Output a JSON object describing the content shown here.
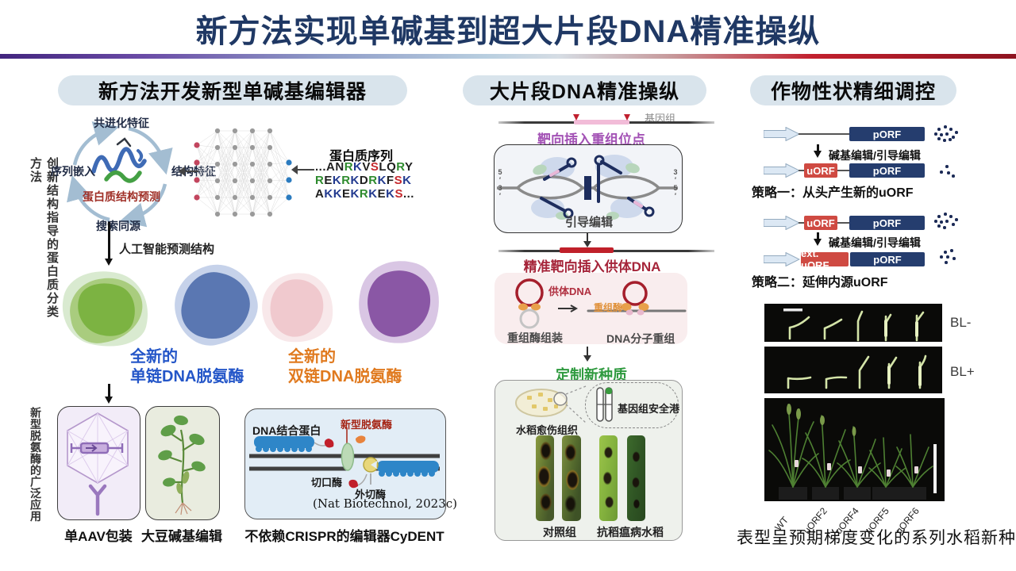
{
  "title": "新方法实现单碱基到超大片段DNA精准操纵",
  "left": {
    "header": "新方法开发新型单碱基编辑器",
    "side_label_method": "创新结构指导的蛋白质分类方法",
    "side_label_application": "新型脱氨酶的广泛应用",
    "cycle": {
      "top": "共进化特征",
      "left": "序列嵌入",
      "right": "结构特征",
      "bottom": "搜索同源",
      "center": "蛋白质结构预测"
    },
    "protein_sequence": {
      "title": "蛋白质序列",
      "lines": [
        "...ANRKVSLQRY",
        "REKRKDRKFSK",
        "AKKEKRKEKS..."
      ]
    },
    "ai_label": "人工智能预测结构",
    "ssdna": {
      "line1": "全新的",
      "line2": "单链DNA脱氨酶"
    },
    "dsdna": {
      "line1": "全新的",
      "line2": "双链DNA脱氨酶"
    },
    "aav_caption": "单AAV包装",
    "soybean_caption": "大豆碱基编辑",
    "cydent_caption": "不依赖CRISPR的编辑器CyDENT",
    "cydent": {
      "dna_binding_protein": "DNA结合蛋白",
      "novel_deaminase": "新型脱氨酶",
      "nickase": "切口酶",
      "exonuclease": "外切酶",
      "citation": "(Nat Biotechnol, 2023c)"
    }
  },
  "middle": {
    "header": "大片段DNA精准操纵",
    "genome_label": "基因组",
    "step1_label": "靶向插入重组位点",
    "prime_editing_label": "引导编辑",
    "left_end": "5′3′",
    "right_end": "3′5′",
    "step2_label": "精准靶向插入供体DNA",
    "donor_dna": "供体DNA",
    "recombinase": "重组酶",
    "recombinase_assembly": "重组酶组装",
    "dna_recombination": "DNA分子重组",
    "step3_label": "定制新种质",
    "rice_callus": "水稻愈伤组织",
    "genomic_safe_harbor": "基因组安全港",
    "control_group": "对照组",
    "blast_resistant": "抗稻瘟病水稻"
  },
  "right": {
    "header": "作物性状精细调控",
    "edit_label": "碱基编辑/引导编辑",
    "porf_label": "pORF",
    "uorf_label": "uORF",
    "ext_uorf_label": "ext. uORF",
    "strategy1": "策略一：从头产生新的uORF",
    "strategy2": "策略二：延伸内源uORF",
    "dots_counts": [
      11,
      4,
      10,
      6
    ],
    "bl_minus": "BL-",
    "bl_plus": "BL+",
    "plant_labels": [
      "WT",
      "uORF2",
      "uORF4",
      "uORF5",
      "uORF6"
    ],
    "caption": "表型呈预期梯度变化的系列水稻新种质"
  },
  "colors": {
    "title_navy": "#1f3864",
    "header_pill_bg": "#d9e4ec",
    "step1_purple": "#a352b5",
    "step2_red": "#a6253a",
    "step3_green": "#2f9a3f",
    "ssdna_blue": "#2456c8",
    "dsdna_orange": "#e07a1f",
    "porf_navy": "#253d6e",
    "uorf_red": "#cf4a42",
    "dots_navy": "#1b2a56",
    "residue_R": "#2e8b2e",
    "residue_S": "#c5282d",
    "residue_K": "#223a8f",
    "residue_default": "#1f1f1f"
  }
}
